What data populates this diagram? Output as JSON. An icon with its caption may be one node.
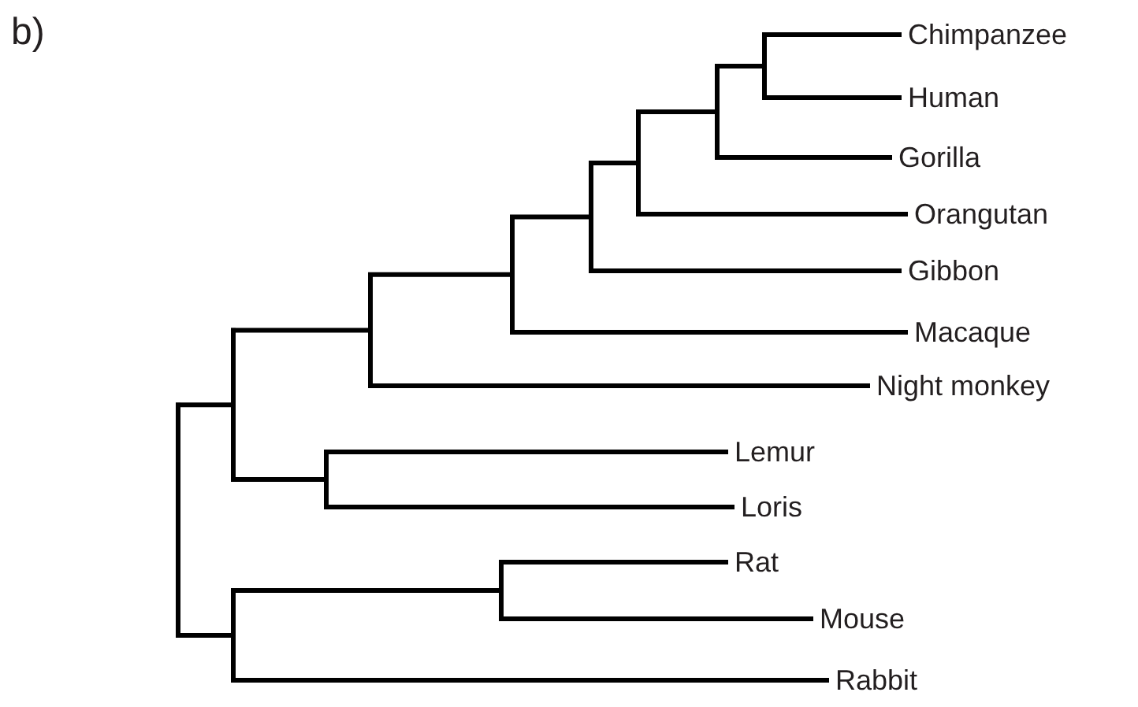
{
  "diagram": {
    "nodes": [
      {
        "text": [
          "Chimpanzee"
        ]
      },
      {
        "text": [
          "Human"
        ]
      },
      {
        "text": [
          "Gorilla"
        ]
      },
      {
        "text": [
          "Orangutan"
        ]
      },
      {
        "text": [
          "Gibbon"
        ]
      },
      {
        "text": [
          "Macaque"
        ]
      },
      {
        "text": [
          "Night monkey"
        ]
      },
      {
        "text": [
          "Lemur"
        ]
      },
      {
        "text": [
          "Loris"
        ]
      },
      {
        "text": [
          "Rat"
        ]
      },
      {
        "text": [
          "Mouse"
        ]
      },
      {
        "text": [
          "Rabbit"
        ]
      },
      {
        "text": [],
        "shape": "bar"
      },
      {
        "text": [],
        "shape": "bar"
      },
      {
        "text": [],
        "shape": "bar"
      },
      {
        "text": [],
        "shape": "bar"
      },
      {
        "text": [],
        "shape": "bar"
      },
      {
        "text": [],
        "shape": "bar"
      },
      {
        "text": [],
        "shape": "bar"
      },
      {
        "text": [],
        "shape": "bar"
      },
      {
        "text": [],
        "shape": "bar"
      },
      {
        "text": [],
        "shape": "bar"
      },
      {
        "text": [],
        "shape": "bar"
      }
    ],
    "edges": [
      {
        "from": 12,
        "to": 13,
        "arrow": "none"
      },
      {
        "from": 12,
        "to": 14,
        "arrow": "none"
      },
      {
        "from": 13,
        "to": 16,
        "arrow": "none"
      },
      {
        "from": 13,
        "to": 15,
        "arrow": "none"
      },
      {
        "from": 14,
        "to": 17,
        "arrow": "none"
      },
      {
        "from": 14,
        "to": 11,
        "arrow": "none"
      },
      {
        "from": 15,
        "to": 7,
        "arrow": "none"
      },
      {
        "from": 15,
        "to": 8,
        "arrow": "none"
      },
      {
        "from": 16,
        "to": 18,
        "arrow": "none"
      },
      {
        "from": 16,
        "to": 6,
        "arrow": "none"
      },
      {
        "from": 17,
        "to": 9,
        "arrow": "none"
      },
      {
        "from": 17,
        "to": 10,
        "arrow": "none"
      },
      {
        "from": 18,
        "to": 19,
        "arrow": "none"
      },
      {
        "from": 18,
        "to": 5,
        "arrow": "none"
      },
      {
        "from": 19,
        "to": 20,
        "arrow": "none"
      },
      {
        "from": 19,
        "to": 4,
        "arrow": "none"
      },
      {
        "from": 20,
        "to": 21,
        "arrow": "none"
      },
      {
        "from": 20,
        "to": 3,
        "arrow": "none"
      },
      {
        "from": 21,
        "to": 22,
        "arrow": "none"
      },
      {
        "from": 21,
        "to": 2,
        "arrow": "none"
      },
      {
        "from": 22,
        "to": 0,
        "arrow": "none"
      },
      {
        "from": 22,
        "to": 1,
        "arrow": "none"
      }
    ],
    "labels": [
      "b)"
    ]
  }
}
